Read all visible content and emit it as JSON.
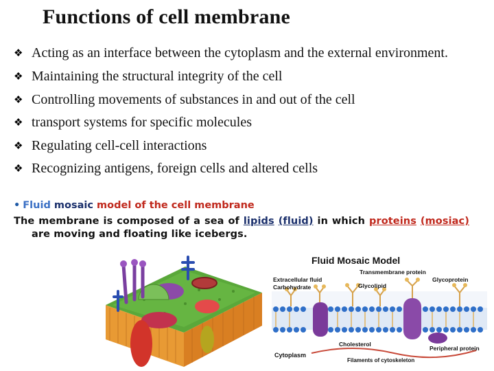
{
  "title": "Functions of cell membrane",
  "bullets": [
    "Acting as an interface between the cytoplasm and the external environment.",
    "Maintaining the structural integrity of the cell",
    "Controlling movements of substances in and out of the cell",
    "transport systems for specific molecules",
    "Regulating cell-cell interactions",
    "Recognizing antigens, foreign cells and altered cells"
  ],
  "bullet_icon": "diamond-bullet-icon",
  "fluid_mosaic": {
    "bullet": "•",
    "heading": {
      "word1": "Fluid",
      "word2": "mosaic",
      "rest": "model of the cell membrane"
    },
    "body": {
      "part1": "The membrane is composed of a sea of",
      "lipids": "lipids",
      "fluid": "(fluid)",
      "part2": "in which",
      "proteins": "proteins",
      "mosiac": "(mosiac)",
      "part3": "are moving and floating like icebergs."
    }
  },
  "figure_right": {
    "title": "Fluid Mosaic Model",
    "labels": {
      "transmembrane": "Transmembrane protein",
      "extracellular": "Extracellular fluid",
      "carbohydrate": "Carbohydrate",
      "glycolipid": "Glycolipid",
      "glycoprotein": "Glycoprotein",
      "cholesterol": "Cholesterol",
      "peripheral": "Peripheral protein",
      "cytoplasm": "Cytoplasm",
      "filaments": "Filaments of cytoskeleton"
    }
  },
  "colors": {
    "heading_blue": "#3a6fc4",
    "heading_navy": "#1a2f6b",
    "heading_red": "#c0281c",
    "membrane_green": "#5aa83a",
    "membrane_orange": "#e08a2c"
  }
}
